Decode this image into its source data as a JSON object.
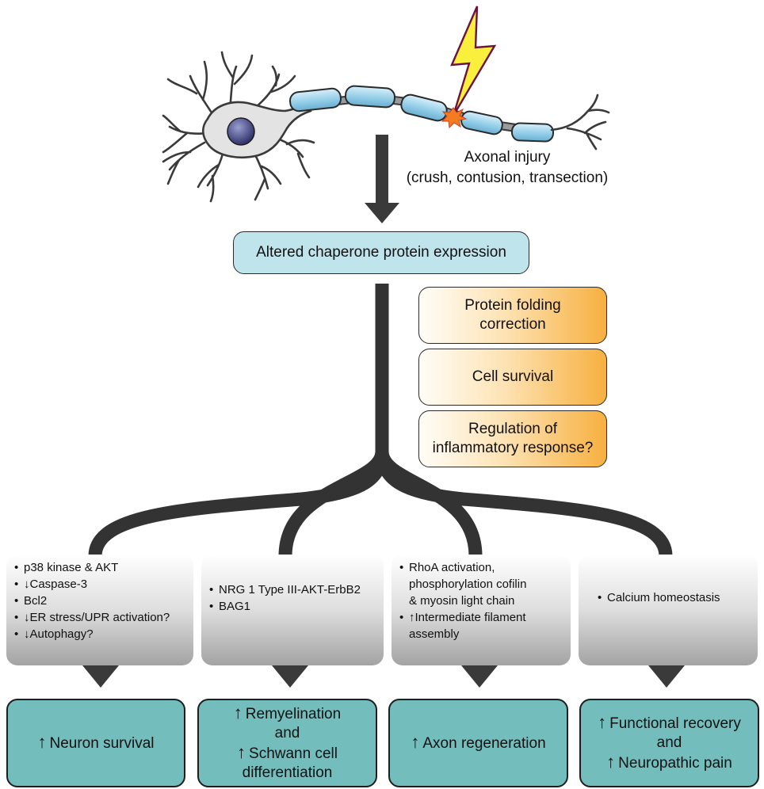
{
  "injury_label": [
    "Axonal injury",
    "(crush, contusion, transection)"
  ],
  "central": "Altered chaperone protein expression",
  "effects": [
    [
      "Protein folding",
      "correction"
    ],
    [
      "Cell survival"
    ],
    [
      "Regulation of",
      "inflammatory response?"
    ]
  ],
  "mechanisms": [
    [
      {
        "arrow": "",
        "text": "p38 kinase & AKT"
      },
      {
        "arrow": "↓",
        "text": "Caspase-3"
      },
      {
        "arrow": "",
        "text": "Bcl2"
      },
      {
        "arrow": "↓",
        "text": "ER stress/UPR activation?"
      },
      {
        "arrow": "↓",
        "text": "Autophagy?"
      }
    ],
    [
      {
        "arrow": "",
        "text": "NRG 1 Type III-AKT-ErbB2"
      },
      {
        "arrow": "",
        "text": "BAG1"
      }
    ],
    [
      {
        "arrow": "",
        "text": "RhoA activation,"
      },
      {
        "arrow": "",
        "text": "phosphorylation cofilin",
        "indent": true
      },
      {
        "arrow": "",
        "text": "& myosin light chain",
        "indent": true
      },
      {
        "arrow": "↑",
        "text": "Intermediate filament"
      },
      {
        "arrow": "",
        "text": "assembly",
        "indent": true
      }
    ],
    [
      {
        "arrow": "",
        "text": "Calcium homeostasis"
      }
    ]
  ],
  "outcomes": [
    [
      {
        "arrow": "↑",
        "text": "Neuron survival"
      }
    ],
    [
      {
        "arrow": "↑",
        "text": "Remyelination"
      },
      {
        "arrow": "",
        "text": "and"
      },
      {
        "arrow": "↑",
        "text": "Schwann cell"
      },
      {
        "arrow": "",
        "text": "differentiation"
      }
    ],
    [
      {
        "arrow": "↑",
        "text": "Axon regeneration"
      }
    ],
    [
      {
        "arrow": "↑",
        "text": "Functional recovery"
      },
      {
        "arrow": "",
        "text": "and"
      },
      {
        "arrow": "↑",
        "text": "Neuropathic pain"
      }
    ]
  ],
  "colors": {
    "central_fill": "#bfe4ec",
    "outcome_fill": "#74bdbd",
    "effect_orange": "#f7b040",
    "myelin": "#9fd3ea",
    "lightning": "#f9ef3c",
    "flow_dark": "#3a3a3a",
    "nucleus": "#4b4f8c"
  }
}
